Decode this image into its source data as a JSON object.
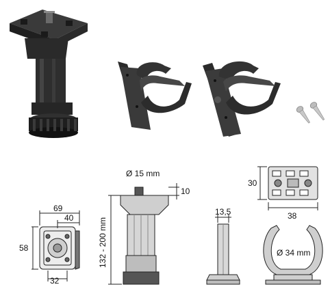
{
  "dimensions": {
    "rod_diameter": "Ø 15 mm",
    "top_thickness": "10",
    "height_range": "132 - 200 mm",
    "base_width": "69",
    "base_depth": "58",
    "hole_spacing_x": "40",
    "hole_spacing_bottom": "32",
    "clip_width": "13,5",
    "clip_inner_diameter": "Ø 34 mm",
    "plate_height": "30",
    "plate_width": "38"
  },
  "colors": {
    "plastic": "#2b2b2b",
    "plastic_light": "#5a5a5a",
    "drawing_line": "#222222",
    "metal": "#c9c9c9"
  }
}
